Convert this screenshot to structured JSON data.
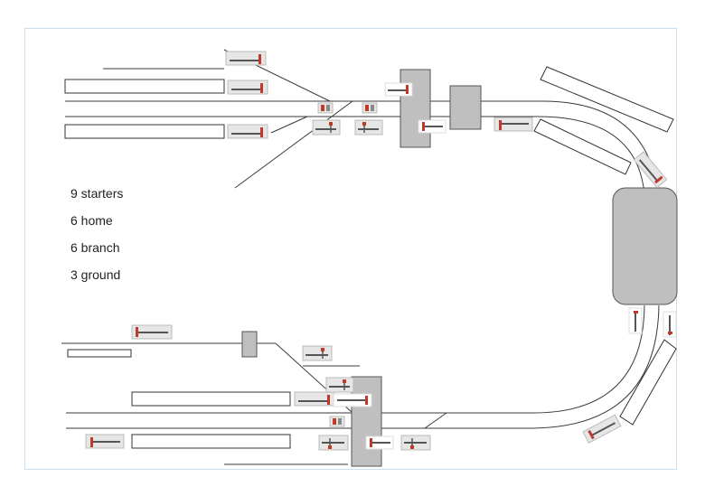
{
  "legend": {
    "starters": "9 starters",
    "home": "6 home",
    "branch": "6 branch",
    "ground": "3 ground"
  },
  "colors": {
    "track": "#3a3a3a",
    "box_fill": "#bfbfbf",
    "signal_red": "#c0392b",
    "frame_border": "#c9dff0"
  }
}
